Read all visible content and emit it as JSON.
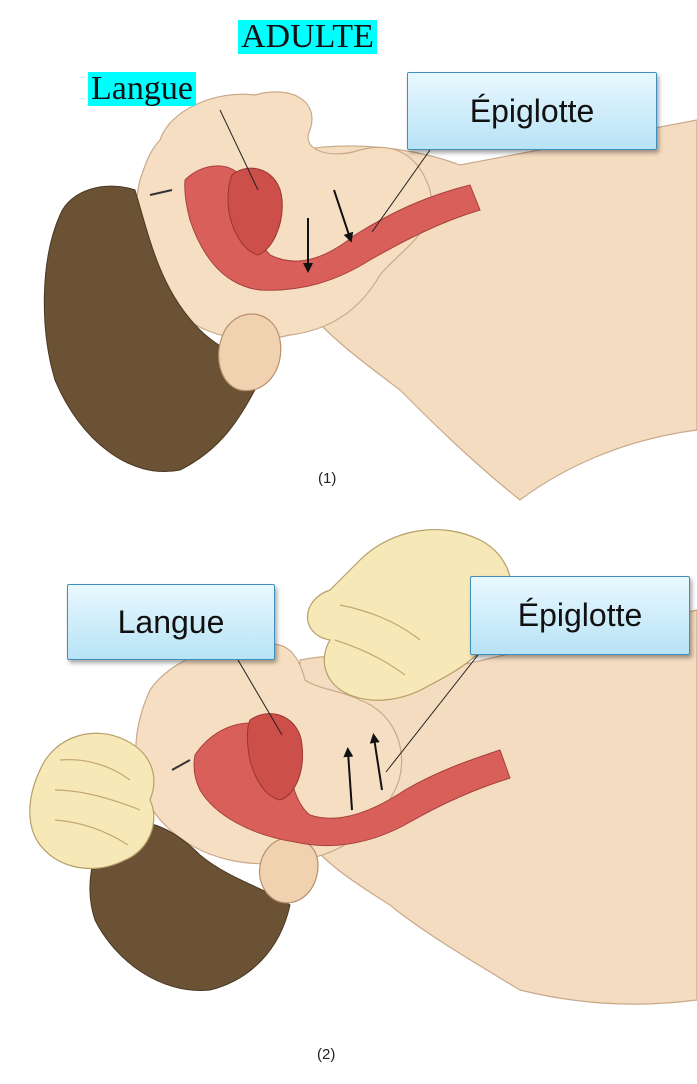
{
  "title": "ADULTE",
  "colors": {
    "highlight": "#00ffff",
    "callout_border": "#3f8fbf",
    "callout_fill_top": "#e9f8ff",
    "callout_fill_bottom": "#b7e3f6",
    "skin": "#f4dcc0",
    "hair": "#6b5235",
    "airway": "#d9605a",
    "hand": "#f7e8b8"
  },
  "panel1": {
    "label_tongue": "Langue",
    "label_epiglottis": "Épiglotte",
    "caption": "(1)",
    "arrows": "down"
  },
  "panel2": {
    "label_tongue": "Langue",
    "label_epiglottis": "Épiglotte",
    "caption": "(2)",
    "arrows": "up"
  }
}
